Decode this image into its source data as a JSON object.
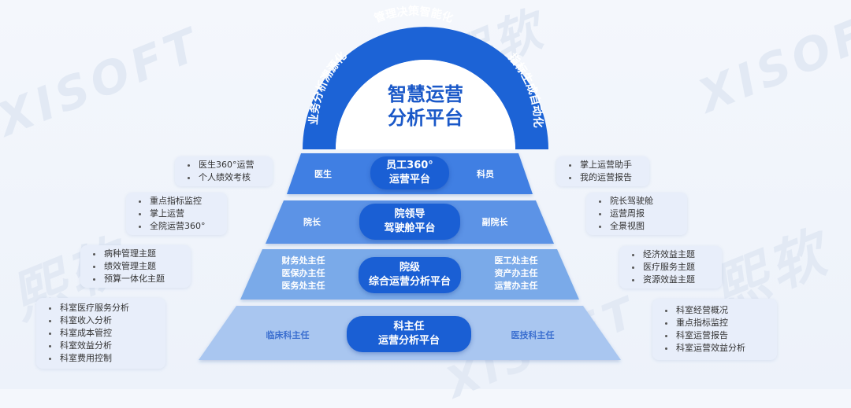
{
  "arc": {
    "top": "管理决策智能化",
    "left": "业务分析溯源化",
    "right": "指标生成自动化",
    "center_line1": "智慧运营",
    "center_line2": "分析平台"
  },
  "watermarks": [
    "XISOFT",
    "熙软",
    "XISOFT",
    "熙软",
    "熙软",
    "XISOFT"
  ],
  "tiers": [
    {
      "left_labels": [
        "医生"
      ],
      "center": [
        "员工360°",
        "运营平台"
      ],
      "right_labels": [
        "科员"
      ],
      "left_box": [
        "医生360°运营",
        "个人绩效考核"
      ],
      "right_box": [
        "掌上运营助手",
        "我的运营报告"
      ]
    },
    {
      "left_labels": [
        "院长"
      ],
      "center": [
        "院领导",
        "驾驶舱平台"
      ],
      "right_labels": [
        "副院长"
      ],
      "left_box": [
        "重点指标监控",
        "掌上运营",
        "全院运营360°"
      ],
      "right_box": [
        "院长驾驶舱",
        "运营周报",
        "全景视图"
      ]
    },
    {
      "left_labels": [
        "财务处主任",
        "医保办主任",
        "医务处主任"
      ],
      "center": [
        "院级",
        "综合运营分析平台"
      ],
      "right_labels": [
        "医工处主任",
        "资产办主任",
        "运营办主任"
      ],
      "left_box": [
        "病种管理主题",
        "绩效管理主题",
        "预算一体化主题"
      ],
      "right_box": [
        "经济效益主题",
        "医疗服务主题",
        "资源效益主题"
      ]
    },
    {
      "left_labels": [
        "临床科主任"
      ],
      "center": [
        "科主任",
        "运营分析平台"
      ],
      "right_labels": [
        "医技科主任"
      ],
      "left_box": [
        "科室医疗服务分析",
        "科室收入分析",
        "科室成本管控",
        "科室效益分析",
        "科室费用控制"
      ],
      "right_box": [
        "科室经营概况",
        "重点指标监控",
        "科室运营报告",
        "科室运营效益分析"
      ]
    }
  ],
  "colors": {
    "arc_blue": "#1c63d6",
    "tier1": "#3f7fe3",
    "tier2": "#5b93e6",
    "tier3": "#7aaae9",
    "tier4": "#a9c6f0",
    "pill": "#1a5fd4",
    "box_bg": "#e8eefa"
  }
}
